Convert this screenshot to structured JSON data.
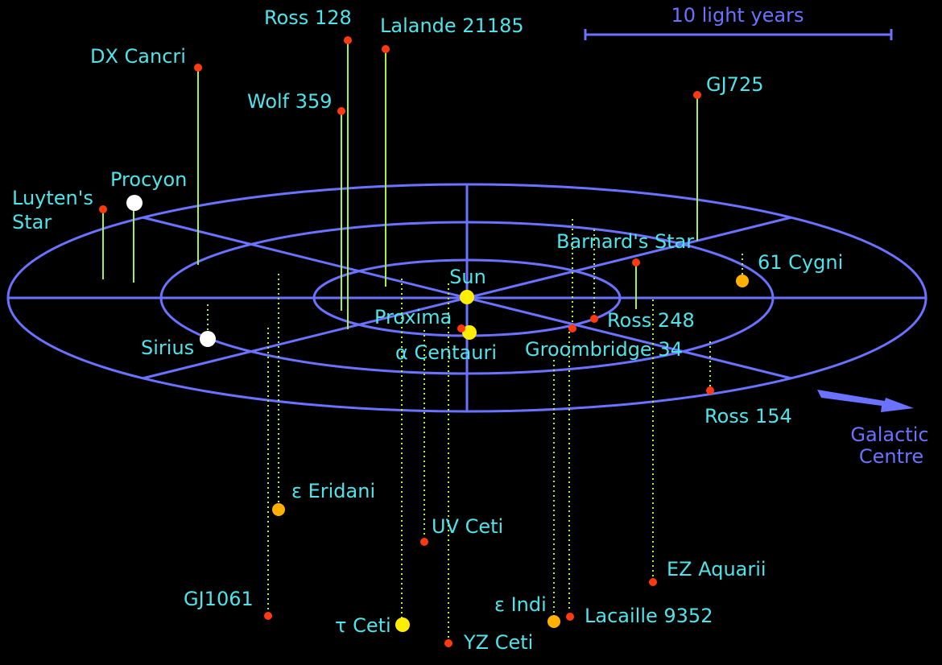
{
  "scale": {
    "label": "10 light years"
  },
  "direction": {
    "line1": "Galactic",
    "line2": "Centre"
  },
  "colors": {
    "grid": "#6a72ff",
    "label": "#4fe3ea",
    "stem": "#a6f040",
    "red_dwarf": "#ff3a10",
    "orange_star": "#ffb000",
    "yellow_star": "#ffee00",
    "white_star": "#ffffff"
  },
  "stars": {
    "sun": {
      "label": "Sun"
    },
    "alpha_centauri": {
      "label": "α Centauri"
    },
    "proxima": {
      "label": "Proxima"
    },
    "barnards_star": {
      "label": "Barnard's Star"
    },
    "wolf_359": {
      "label": "Wolf 359"
    },
    "lalande_21185": {
      "label": "Lalande 21185"
    },
    "sirius": {
      "label": "Sirius"
    },
    "luyten_726_8": {
      "label": "GJ1061"
    },
    "ross_154": {
      "label": "Ross 154"
    },
    "ross_248": {
      "label": "Ross 248"
    },
    "epsilon_eridani": {
      "label": "ε Eridani"
    },
    "lacaille_9352": {
      "label": "Lacaille 9352"
    },
    "ross_128": {
      "label": "Ross 128"
    },
    "ez_aquarii": {
      "label": "EZ Aquarii"
    },
    "61_cygni": {
      "label": "61 Cygni"
    },
    "procyon": {
      "label": "Procyon"
    },
    "gj725": {
      "label": "GJ725"
    },
    "groombridge_34": {
      "label": "Groombridge 34"
    },
    "epsilon_indi": {
      "label": "ε Indi"
    },
    "dx_cancri": {
      "label": "DX Cancri"
    },
    "tau_ceti": {
      "label": "τ Ceti"
    },
    "uv_ceti": {
      "label": "UV Ceti"
    },
    "yz_ceti": {
      "label": "YZ Ceti"
    },
    "luytens_star": {
      "line1": "Luyten's",
      "line2": "Star"
    }
  }
}
